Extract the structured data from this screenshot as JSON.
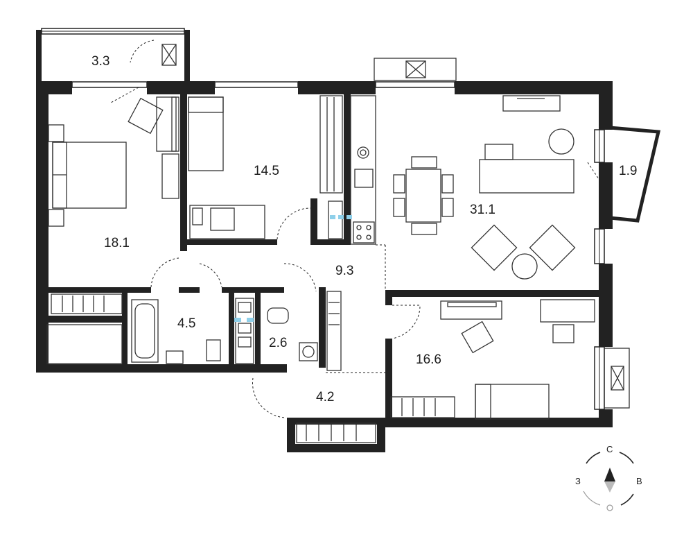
{
  "rooms": {
    "balcony_top": "3.3",
    "bedroom_large": "18.1",
    "bedroom_middle": "14.5",
    "living_kitchen": "31.1",
    "balcony_right": "1.9",
    "hall": "9.3",
    "bathroom": "4.5",
    "wc": "2.6",
    "bedroom_small": "16.6",
    "entrance": "4.2"
  },
  "compass": {
    "north": "С",
    "west": "З",
    "east": "В"
  },
  "colors": {
    "wall": "#222222",
    "vent_marker": "#8fd0ea"
  }
}
